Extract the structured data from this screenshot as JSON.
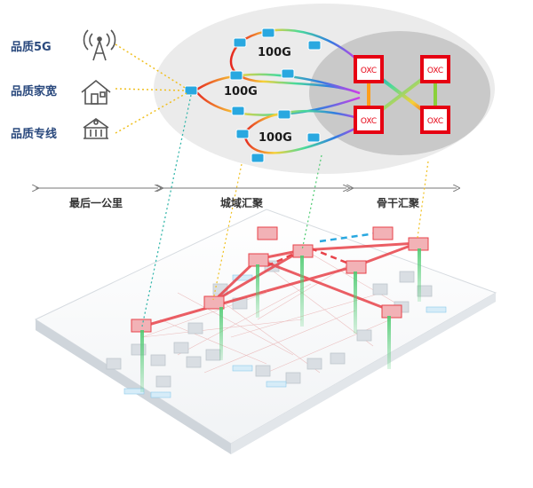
{
  "services": [
    {
      "label": "品质5G",
      "icon": "cell-tower-icon"
    },
    {
      "label": "品质家宽",
      "icon": "house-icon"
    },
    {
      "label": "品质专线",
      "icon": "building-icon"
    }
  ],
  "rings": [
    {
      "capacity": "100G"
    },
    {
      "capacity": "100G"
    },
    {
      "capacity": "100G"
    }
  ],
  "oxc_nodes": [
    "OXC",
    "OXC",
    "OXC",
    "OXC"
  ],
  "segments": [
    {
      "label": "最后一公里"
    },
    {
      "label": "城域汇聚"
    },
    {
      "label": "骨干汇聚"
    }
  ],
  "colors": {
    "accent_blue": "#29a8e0",
    "oxc_red": "#e60012",
    "ellipse_light": "#ebebeb",
    "ellipse_dark": "#c9c9c9"
  }
}
